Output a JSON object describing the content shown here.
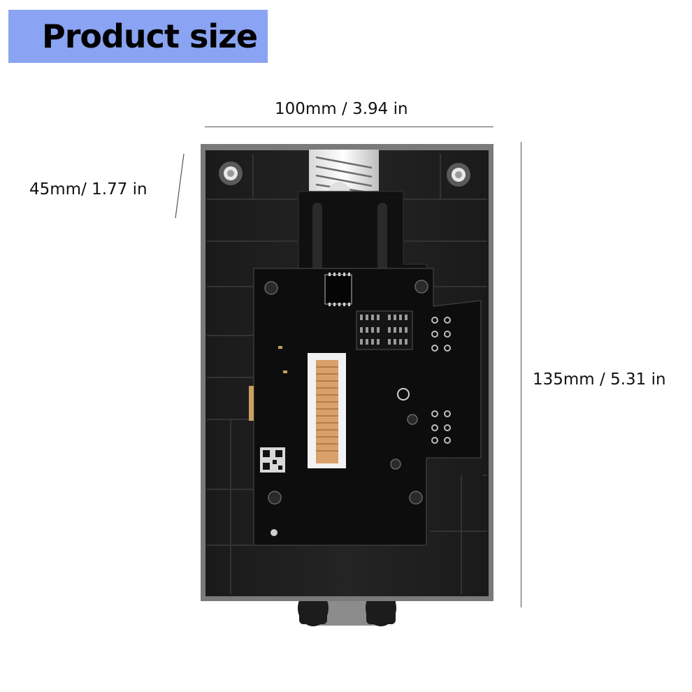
{
  "banner": {
    "title": "Product size",
    "color": "#8aa3f2"
  },
  "dimensions": {
    "width_label": "100mm / 3.94 in",
    "depth_label": "45mm/ 1.77 in",
    "height_label": "135mm / 5.31 in"
  },
  "product": {
    "icon": "pcb-mount-plate-image",
    "housing_color": "#1e1e1e",
    "frame_color": "#7a7a7a",
    "board_color": "#0d0d0d"
  }
}
